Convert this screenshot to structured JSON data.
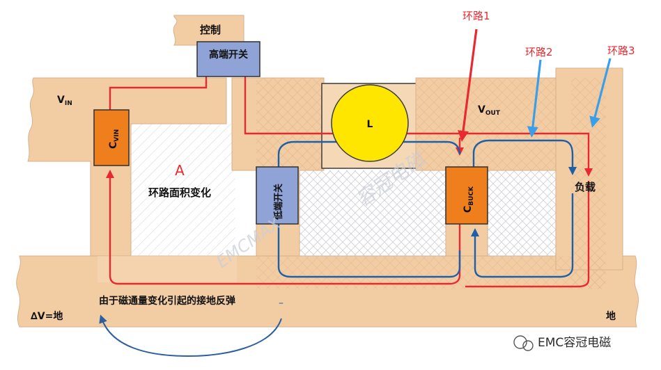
{
  "labels": {
    "control": "控制",
    "high_side_switch": "高端开关",
    "vin_main": "V",
    "vin_sub": "IN",
    "vout_main": "V",
    "vout_sub": "OUT",
    "cvin_main": "C",
    "cvin_sub": "VIN",
    "inductor": "L",
    "area_letter": "A",
    "area_change": "环路面积变化",
    "low_side_switch": "低端开关",
    "cbuck_main": "C",
    "cbuck_sub": "BUCK",
    "load": "负载",
    "ground_bounce": "由于磁通量变化引起的接地反弹",
    "delta_v_ground": "∆V=地",
    "ground": "地",
    "loop1": "环路1",
    "loop2": "环路2",
    "loop3": "环路3"
  },
  "watermarks": {
    "cn": "容冠电磁",
    "en": "EMCMAX",
    "footer": "EMC容冠电磁"
  },
  "colors": {
    "copper": "#f2cda4",
    "copper_edge": "#d8b08a",
    "orange_cap": "#ee7f1c",
    "switch_fill": "#8fa3d6",
    "inductor_fill": "#ffe600",
    "loop_red": "#e8292f",
    "loop_blue": "#1f5fa8",
    "arrow_blue": "#3a9ee8"
  }
}
